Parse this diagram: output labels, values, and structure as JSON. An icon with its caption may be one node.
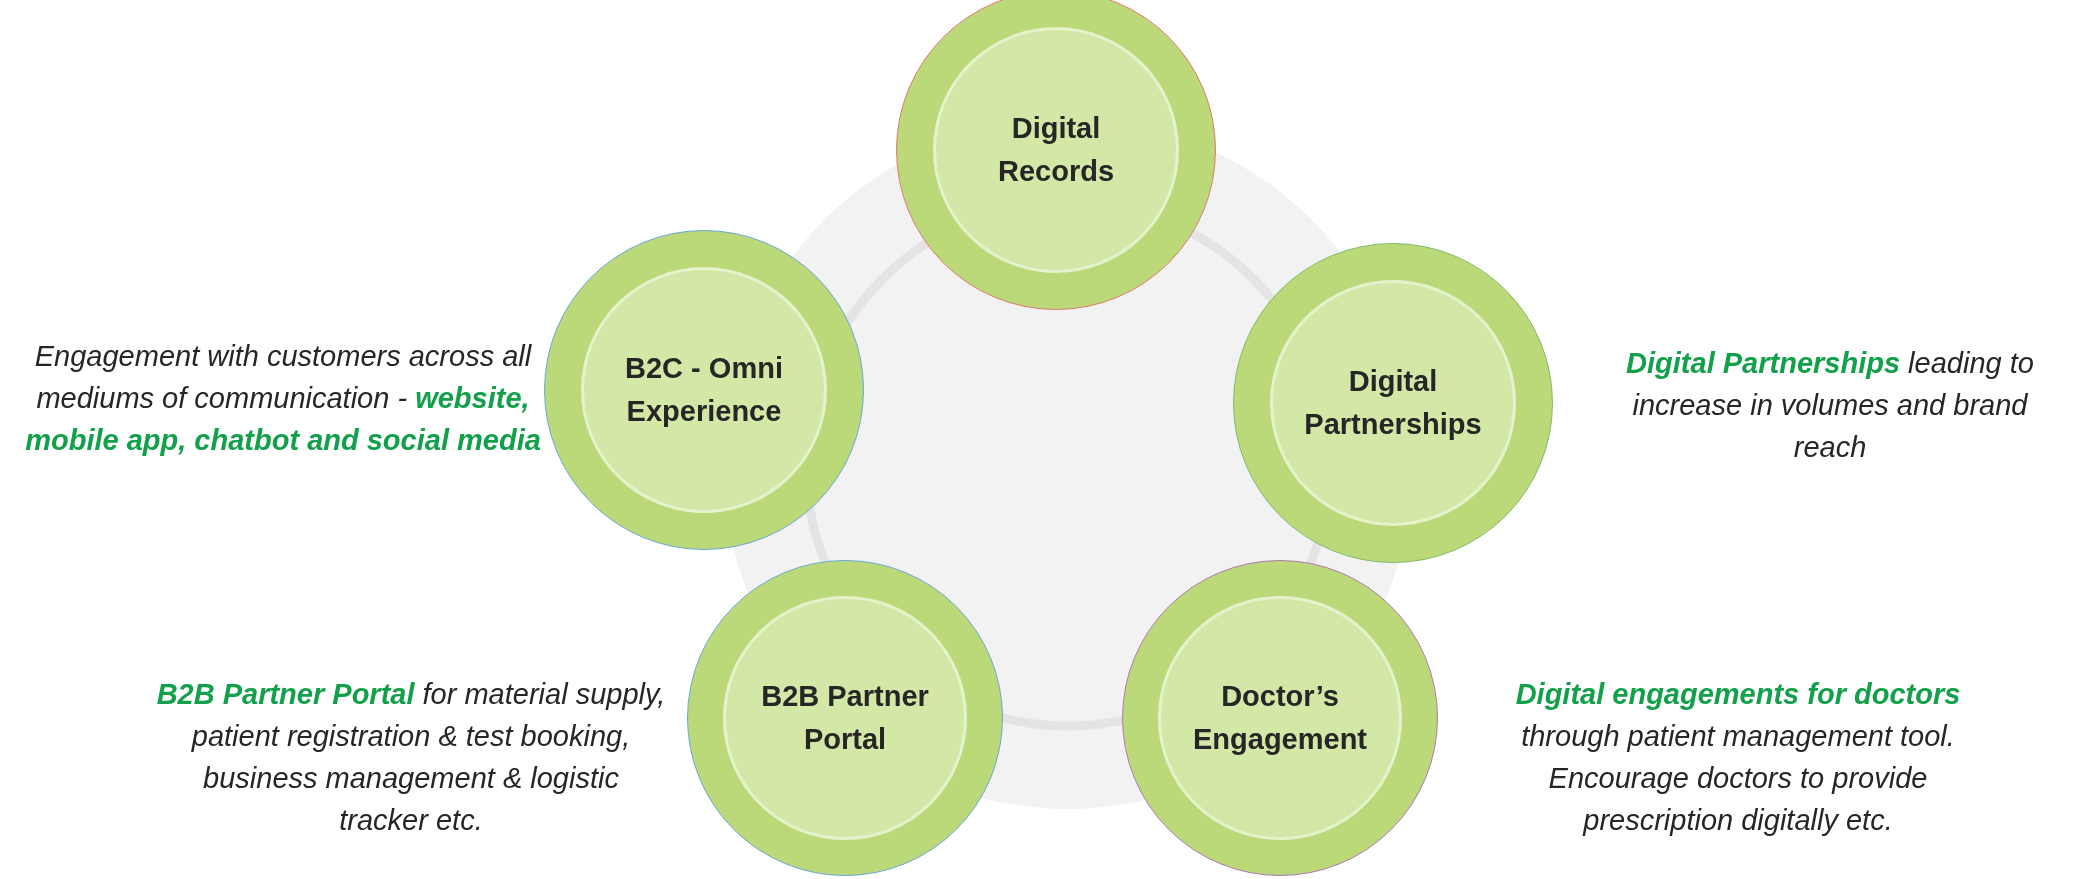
{
  "diagram": {
    "nodes": [
      {
        "text": [
          "Digital Records"
        ]
      },
      {
        "text": [
          "B2C - Omni Experience"
        ],
        "beside": [
          "Engagement with customers across all mediums of communication - **website, mobile app, chatbot and social media**"
        ]
      },
      {
        "text": [
          "Digital Partnerships"
        ],
        "beside": [
          "**Digital Partnerships** leading to increase in volumes and brand reach"
        ]
      },
      {
        "text": [
          "B2B Partner Portal"
        ],
        "beside": [
          "**B2B Partner Portal** for material supply, patient registration & test booking, business management & logistic tracker etc."
        ]
      },
      {
        "text": [
          "Doctor’s Engagement"
        ],
        "beside": [
          "**Digital engagements for doctors** through patient management tool. Encourage doctors to provide prescription digitally etc."
        ]
      }
    ]
  }
}
